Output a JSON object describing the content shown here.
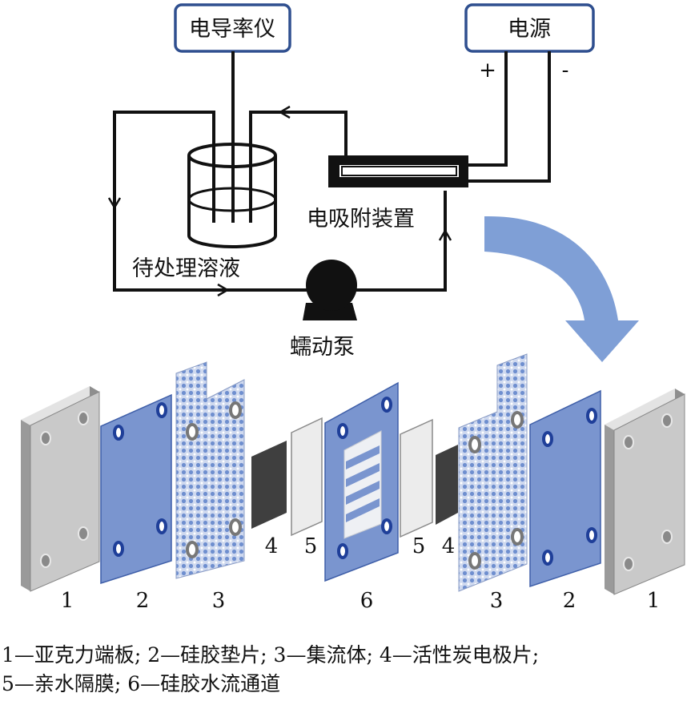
{
  "boxes": {
    "conductivity_meter": "电导率仪",
    "power_supply": "电源"
  },
  "polarity": {
    "positive": "+",
    "negative": "-"
  },
  "labels": {
    "adsorption_device": "电吸附装置",
    "solution": "待处理溶液",
    "pump": "蠕动泵"
  },
  "component_numbers": [
    "1",
    "2",
    "3",
    "4",
    "5",
    "6",
    "5",
    "4",
    "3",
    "2",
    "1"
  ],
  "legend": {
    "line1": "1—亚克力端板; 2—硅胶垫片; 3—集流体; 4—活性炭电极片;",
    "line2": "5—亲水隔膜; 6—硅胶水流通道"
  },
  "colors": {
    "box_border": "#2f4f8f",
    "arrow": "#7f9fd6",
    "gasket": "#7a95cf",
    "end_plate": "#c9c9c9",
    "carbon": "#3f3f3f"
  }
}
